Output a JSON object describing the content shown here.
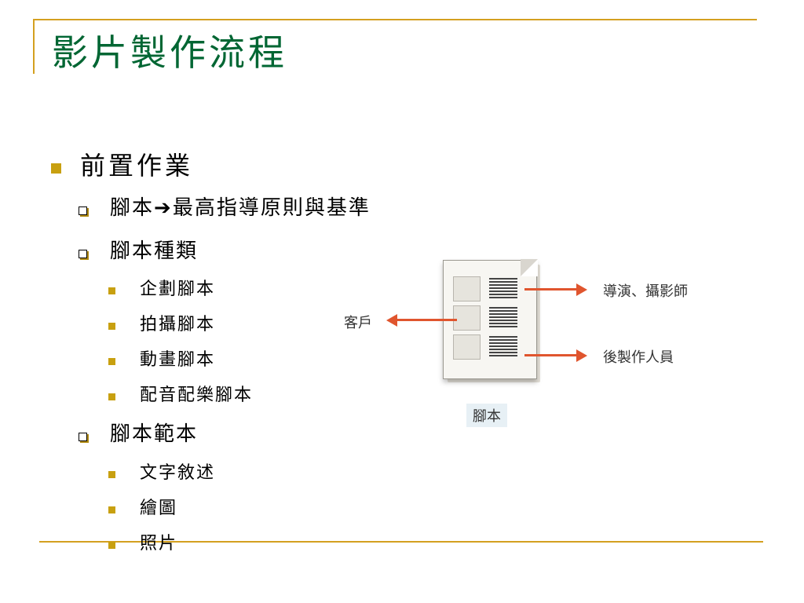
{
  "title": "影片製作流程",
  "outline": {
    "level1": "前置作業",
    "item_script_a": "腳本",
    "item_script_arrow": "➔",
    "item_script_b": "最高指導原則與基準",
    "item_types": "腳本種類",
    "types": [
      "企劃腳本",
      "拍攝腳本",
      "動畫腳本",
      "配音配樂腳本"
    ],
    "item_samples": "腳本範本",
    "samples": [
      "文字敘述",
      "繪圖",
      "照片"
    ]
  },
  "diagram": {
    "label_director": "導演、攝影師",
    "label_client": "客戶",
    "label_post": "後製作人員",
    "caption": "腳本"
  },
  "colors": {
    "title": "#006633",
    "frame": "#d4a020",
    "bullet": "#c8a010",
    "arrow": "#e0552e"
  }
}
